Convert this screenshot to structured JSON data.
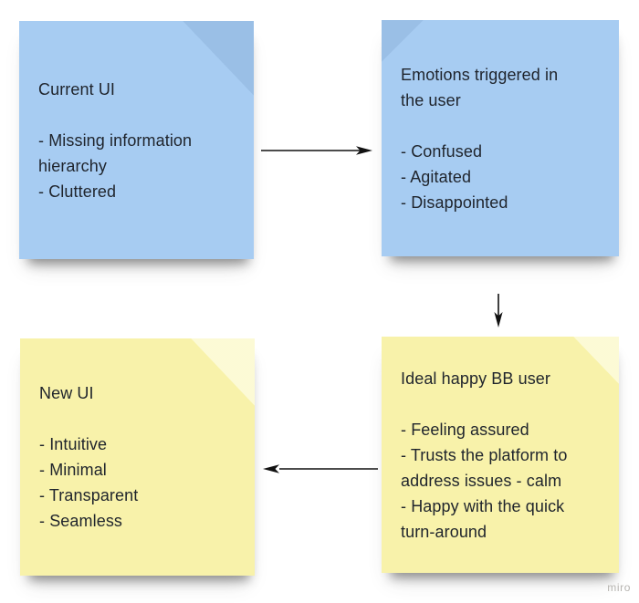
{
  "board": {
    "app": "miro-board-export",
    "background": "#ffffff"
  },
  "colors": {
    "note_blue": "#a7ccf2",
    "note_yellow": "#f8f2aa",
    "text": "#1f242c",
    "arrow": "#111111",
    "watermark": "#b6b4b0"
  },
  "notes": [
    {
      "id": "current-ui",
      "color": "blue",
      "title": "Current UI",
      "bullets": [
        "- Missing information\nhierarchy",
        "- Cluttered"
      ]
    },
    {
      "id": "emotions",
      "color": "blue",
      "title": "Emotions triggered in\nthe user",
      "bullets": [
        "- Confused",
        "- Agitated",
        "- Disappointed"
      ]
    },
    {
      "id": "new-ui",
      "color": "yellow",
      "title": "New UI",
      "bullets": [
        "- Intuitive",
        "- Minimal",
        "- Transparent",
        "- Seamless"
      ]
    },
    {
      "id": "ideal-user",
      "color": "yellow",
      "title": "Ideal happy BB user",
      "bullets": [
        "- Feeling assured",
        "- Trusts the platform to\naddress issues - calm",
        "- Happy with the quick\nturn-around"
      ]
    }
  ],
  "arrows": [
    {
      "id": "current-to-emotions",
      "from": "current-ui",
      "to": "emotions",
      "direction": "right"
    },
    {
      "id": "emotions-to-ideal",
      "from": "emotions",
      "to": "ideal-user",
      "direction": "down"
    },
    {
      "id": "ideal-to-new",
      "from": "ideal-user",
      "to": "new-ui",
      "direction": "left"
    }
  ],
  "watermark": {
    "label": "miro"
  }
}
